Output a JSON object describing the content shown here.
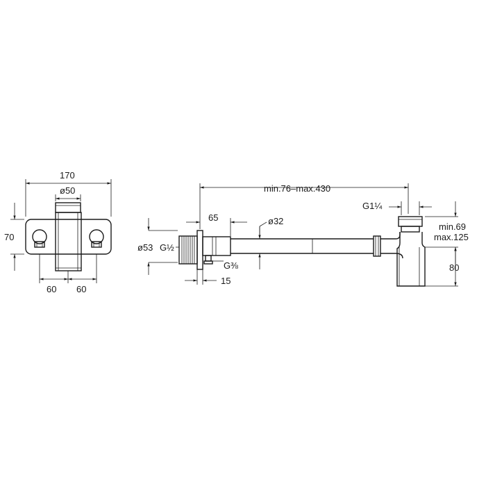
{
  "front_view": {
    "width_label": "170",
    "diameter_label": "ø50",
    "height_label": "70",
    "left_spacing_label": "60",
    "right_spacing_label": "60"
  },
  "side_view": {
    "length_label": "min.76–max.430",
    "offset_label": "65",
    "pipe_diameter_label": "ø32",
    "flange_diameter_label": "ø53",
    "thread_main": "G",
    "thread_main_frac": "½",
    "thread_small": "G",
    "thread_small_frac": "⅜",
    "depth_label": "15",
    "outlet_thread": "G1¼",
    "height_range_min": "min.69",
    "height_range_max": "max.125",
    "trap_height_label": "80"
  }
}
